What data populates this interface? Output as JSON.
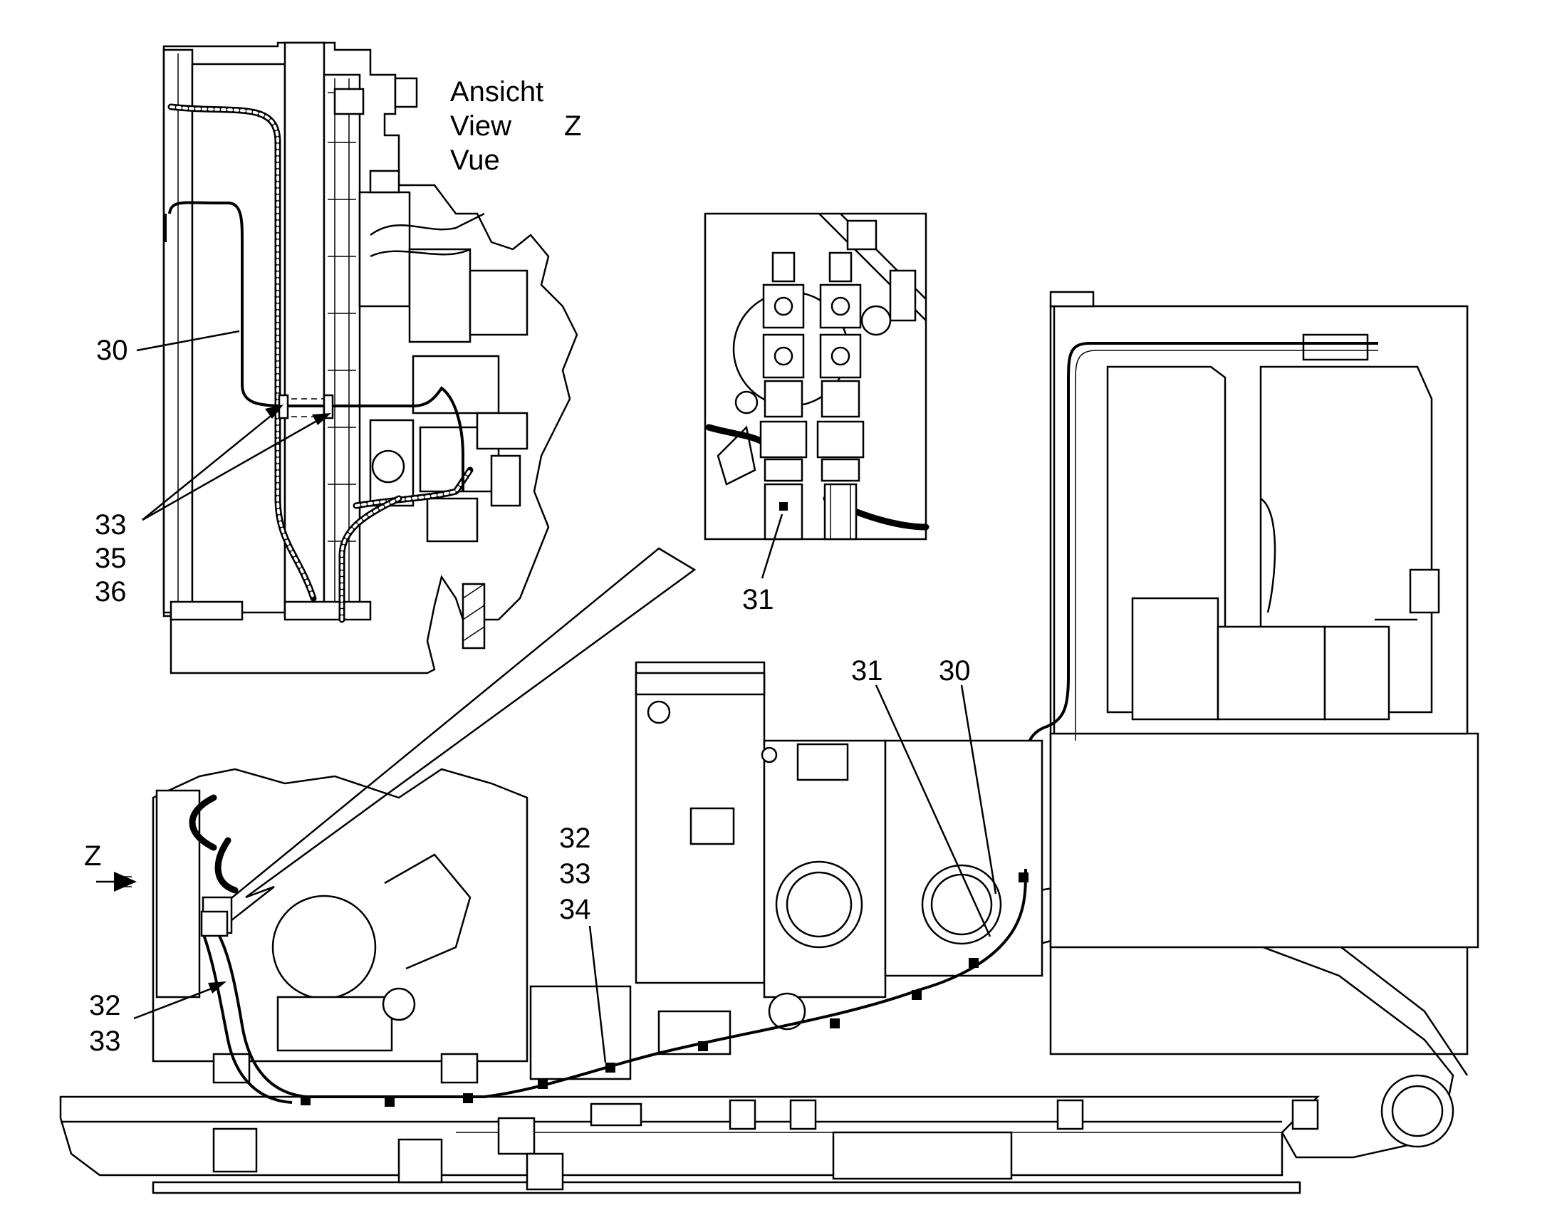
{
  "view_caption": {
    "line1": "Ansicht",
    "line2": "View",
    "line3": "Vue",
    "view_letter": "Z"
  },
  "callouts": {
    "inset_hose": "30",
    "inset_clamps": [
      "33",
      "35",
      "36"
    ],
    "detail_fitting": "31",
    "main_fitting": "31",
    "main_hose": "30",
    "frame_clamps": [
      "32",
      "33",
      "34"
    ],
    "engine_clamps": [
      "32",
      "33"
    ],
    "view_direction": "Z"
  }
}
